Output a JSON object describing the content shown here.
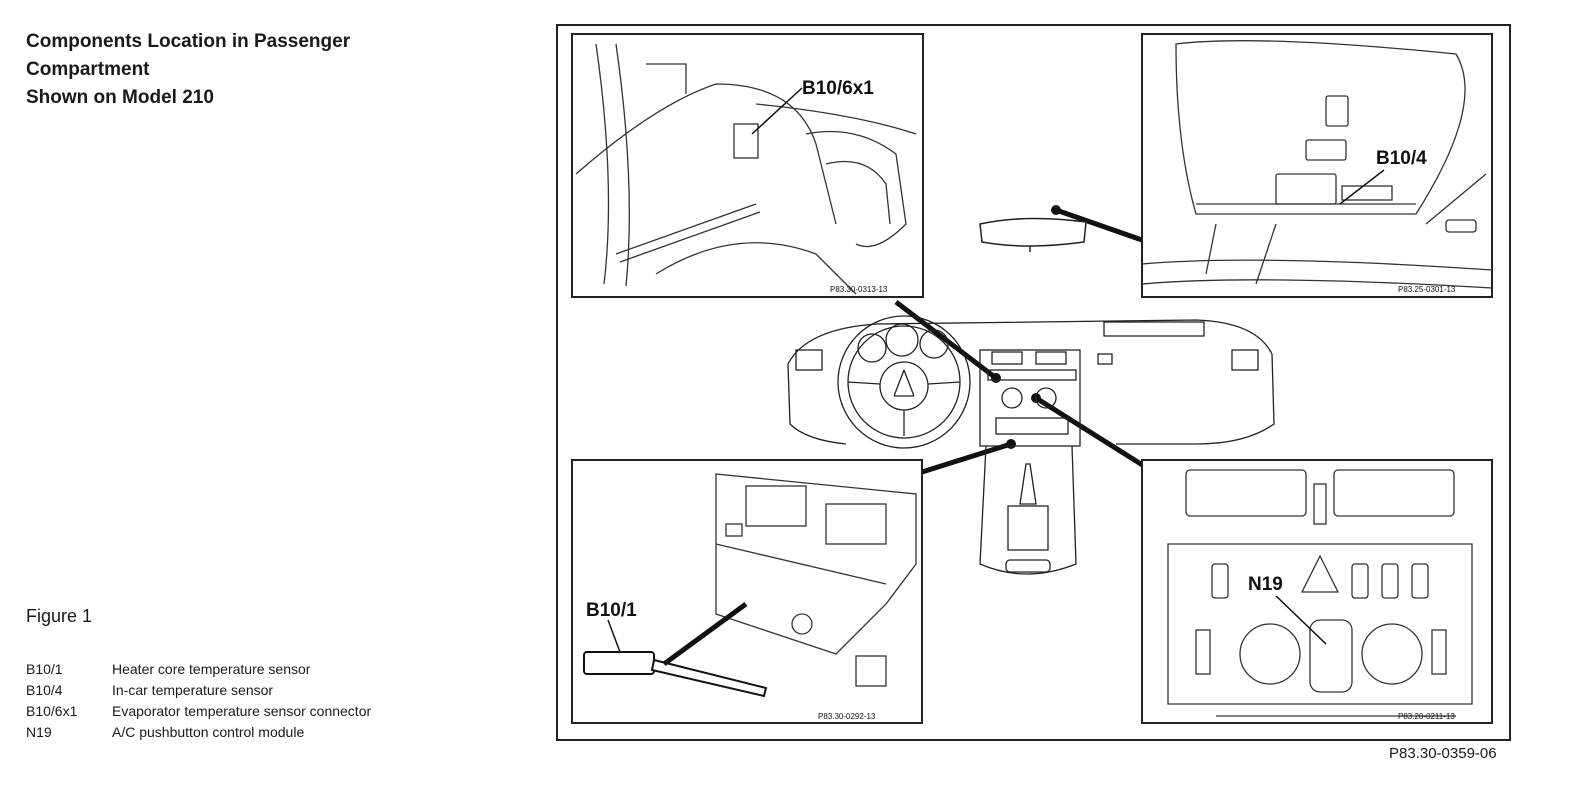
{
  "title_lines": [
    "Components Location in Passenger",
    "Compartment",
    "Shown on Model 210"
  ],
  "figure_label": "Figure 1",
  "legend": [
    {
      "code": "B10/1",
      "description": "Heater core temperature sensor"
    },
    {
      "code": "B10/4",
      "description": "In-car temperature sensor"
    },
    {
      "code": "B10/6x1",
      "description": "Evaporator temperature sensor connector"
    },
    {
      "code": "N19",
      "description": "A/C pushbutton control module"
    }
  ],
  "diagram": {
    "reference": "P83.30-0359-06",
    "callouts": {
      "top_left": "B10/6x1",
      "top_right": "B10/4",
      "bottom_left": "B10/1",
      "bottom_right": "N19"
    },
    "panel_refs": {
      "top_left": "P83.30-0313-13",
      "top_right": "P83.25-0301-13",
      "bottom_left": "P83.30-0292-13",
      "bottom_right": "P83.20-0211-13"
    }
  }
}
